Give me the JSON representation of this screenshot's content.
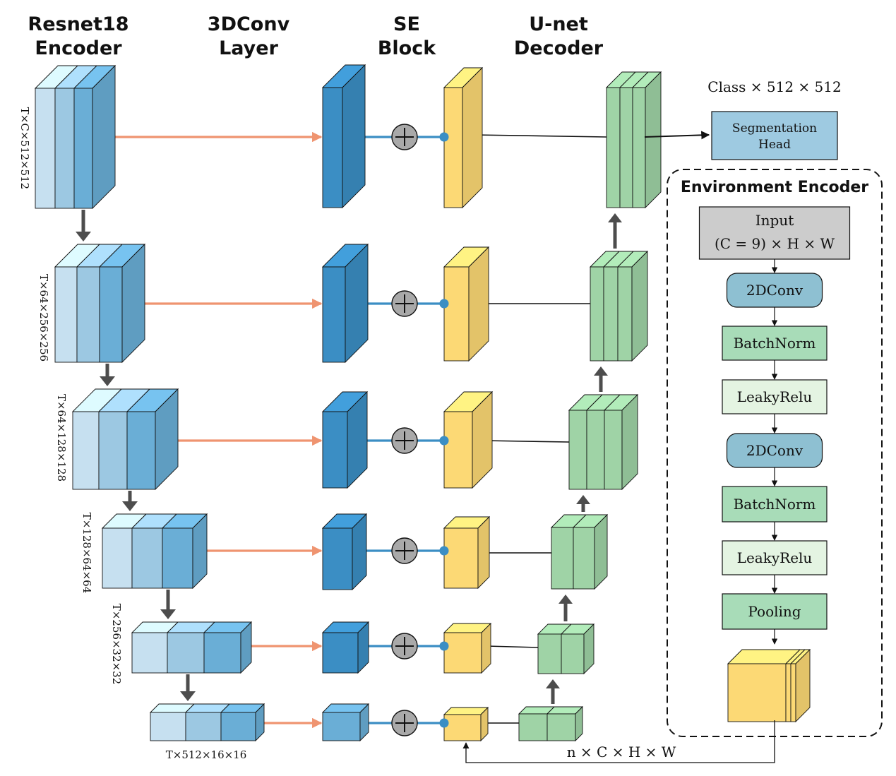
{
  "headers": {
    "resnet": [
      "Resnet18",
      "Encoder"
    ],
    "conv3d": [
      "3DConv",
      "Layer"
    ],
    "se": [
      "SE",
      "Block"
    ],
    "unet": [
      "U-net",
      "Decoder"
    ]
  },
  "encoder_labels": [
    "T×C×512×512",
    "T×64×256×256",
    "T×64×128×128",
    "T×128×64×64",
    "T×256×32×32",
    "T×512×16×16"
  ],
  "output_label": "Class × 512 × 512",
  "seg_head": [
    "Segmentation",
    "Head"
  ],
  "env_encoder": {
    "title": "Environment Encoder",
    "input": [
      "Input",
      "(C = 9) × H × W"
    ],
    "layers": [
      "2DConv",
      "BatchNorm",
      "LeakyRelu",
      "2DConv",
      "BatchNorm",
      "LeakyRelu",
      "Pooling"
    ]
  },
  "feedback_label": "n × C × H × W",
  "colors": {
    "enc_light": "#c6e0f0",
    "enc_mid": "#9cc8e2",
    "enc_dark": "#6aaed6",
    "conv3d": "#3b8ec4",
    "conv3d_small": "#6aaed6",
    "se": "#fcd975",
    "dec": "#9fd3a6",
    "seg_head": "#9ecae1",
    "env_input": "#cccccc",
    "env_conv": "#8ec0d2",
    "env_bn": "#a8dcb8",
    "env_relu": "#e4f4e2",
    "orange": "#ef9470",
    "blue_line": "#3b8ec4",
    "plus": "#a9a9a9",
    "gray_arrow": "#4d4d4d"
  }
}
